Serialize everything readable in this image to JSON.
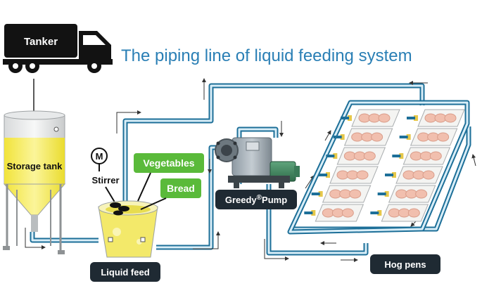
{
  "title": "The piping line of liquid feeding system",
  "labels": {
    "tanker": "Tanker",
    "storage_tank": "Storage tank",
    "motor": "M",
    "stirrer": "Stirrer",
    "vegetables": "Vegetables",
    "bread": "Bread",
    "liquid_feed": "Liquid feed",
    "pump_name": "Greedy",
    "pump_mark": "®",
    "pump_word": "Pump",
    "hog_pens": "Hog pens"
  },
  "colors": {
    "title": "#2a7fb5",
    "pipe": "#1d6f98",
    "pipe_inner": "#d9eef8",
    "dark_label": "#1f2a33",
    "green_label": "#5aba3a",
    "feed_yellow": "#f3e96a",
    "pig": "#f1bfae"
  }
}
